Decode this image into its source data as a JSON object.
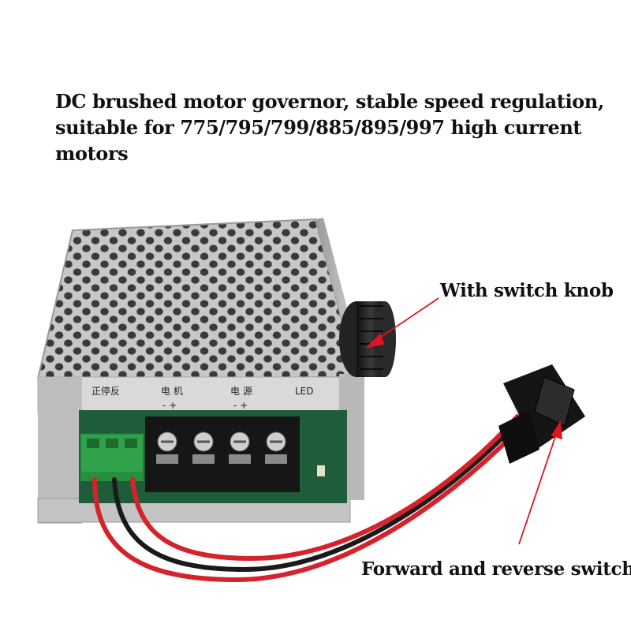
{
  "headline": {
    "line1": "DC brushed motor governor, stable speed regulation,",
    "line2": "suitable for 775/795/799/885/895/997 high current",
    "line3": "motors"
  },
  "callouts": {
    "knob": "With switch knob",
    "switch": "Forward and reverse switch"
  },
  "device_labels": {
    "direction": "正停反",
    "motor": "电 机",
    "motor_polarity": "-   +",
    "power": "电 源",
    "power_polarity": "-   +",
    "led": "LED"
  },
  "colors": {
    "arrow": "#e0141e",
    "case": "#b9b9b9",
    "pcb": "#1f5d3a",
    "terminal_green": "#2fa24a",
    "wire_red": "#d5222b",
    "wire_black": "#1a1a1a"
  }
}
